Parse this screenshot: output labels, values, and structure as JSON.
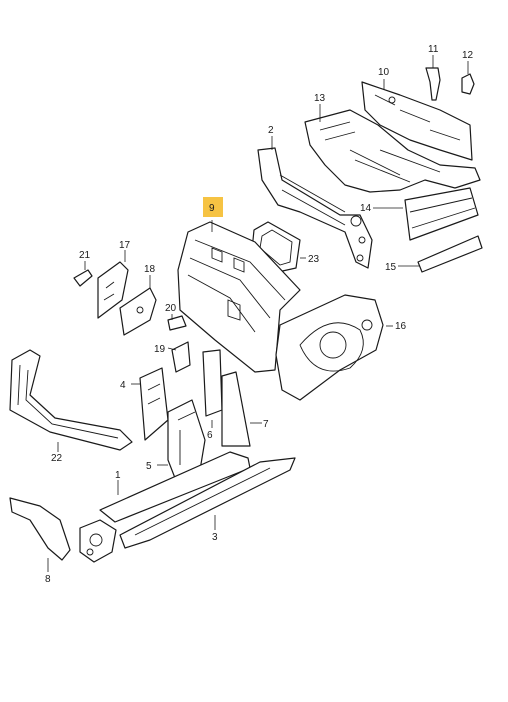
{
  "diagram": {
    "highlight_color": "#f6c343",
    "callouts": {
      "c1": "1",
      "c2": "2",
      "c3": "3",
      "c4": "4",
      "c5": "5",
      "c6": "6",
      "c7": "7",
      "c8": "8",
      "c9": "9",
      "c10": "10",
      "c11": "11",
      "c12": "12",
      "c13": "13",
      "c14": "14",
      "c15": "15",
      "c16": "16",
      "c17": "17",
      "c18": "18",
      "c19": "19",
      "c20": "20",
      "c21": "21",
      "c22": "22",
      "c23": "23"
    },
    "highlighted_callout": "9"
  }
}
